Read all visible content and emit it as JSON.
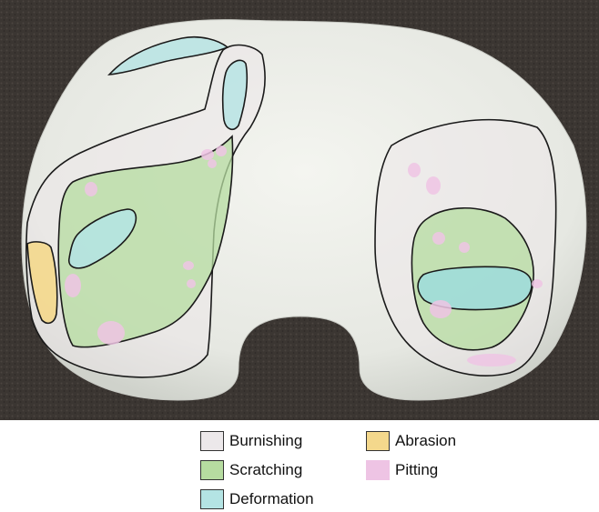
{
  "legend": {
    "items": [
      {
        "key": "burnishing",
        "label": "Burnishing",
        "color": "#ece8ea"
      },
      {
        "key": "scratching",
        "label": "Scratching",
        "color": "#b6dca0"
      },
      {
        "key": "deformation",
        "label": "Deformation",
        "color": "#b4e4e4"
      },
      {
        "key": "abrasion",
        "label": "Abrasion",
        "color": "#f4d88c"
      },
      {
        "key": "pitting",
        "label": "Pitting",
        "color": "#eec4e4"
      }
    ]
  },
  "colors": {
    "background": "#3b3632",
    "insert": "#eceee8",
    "outline": "#1a1a1a"
  }
}
